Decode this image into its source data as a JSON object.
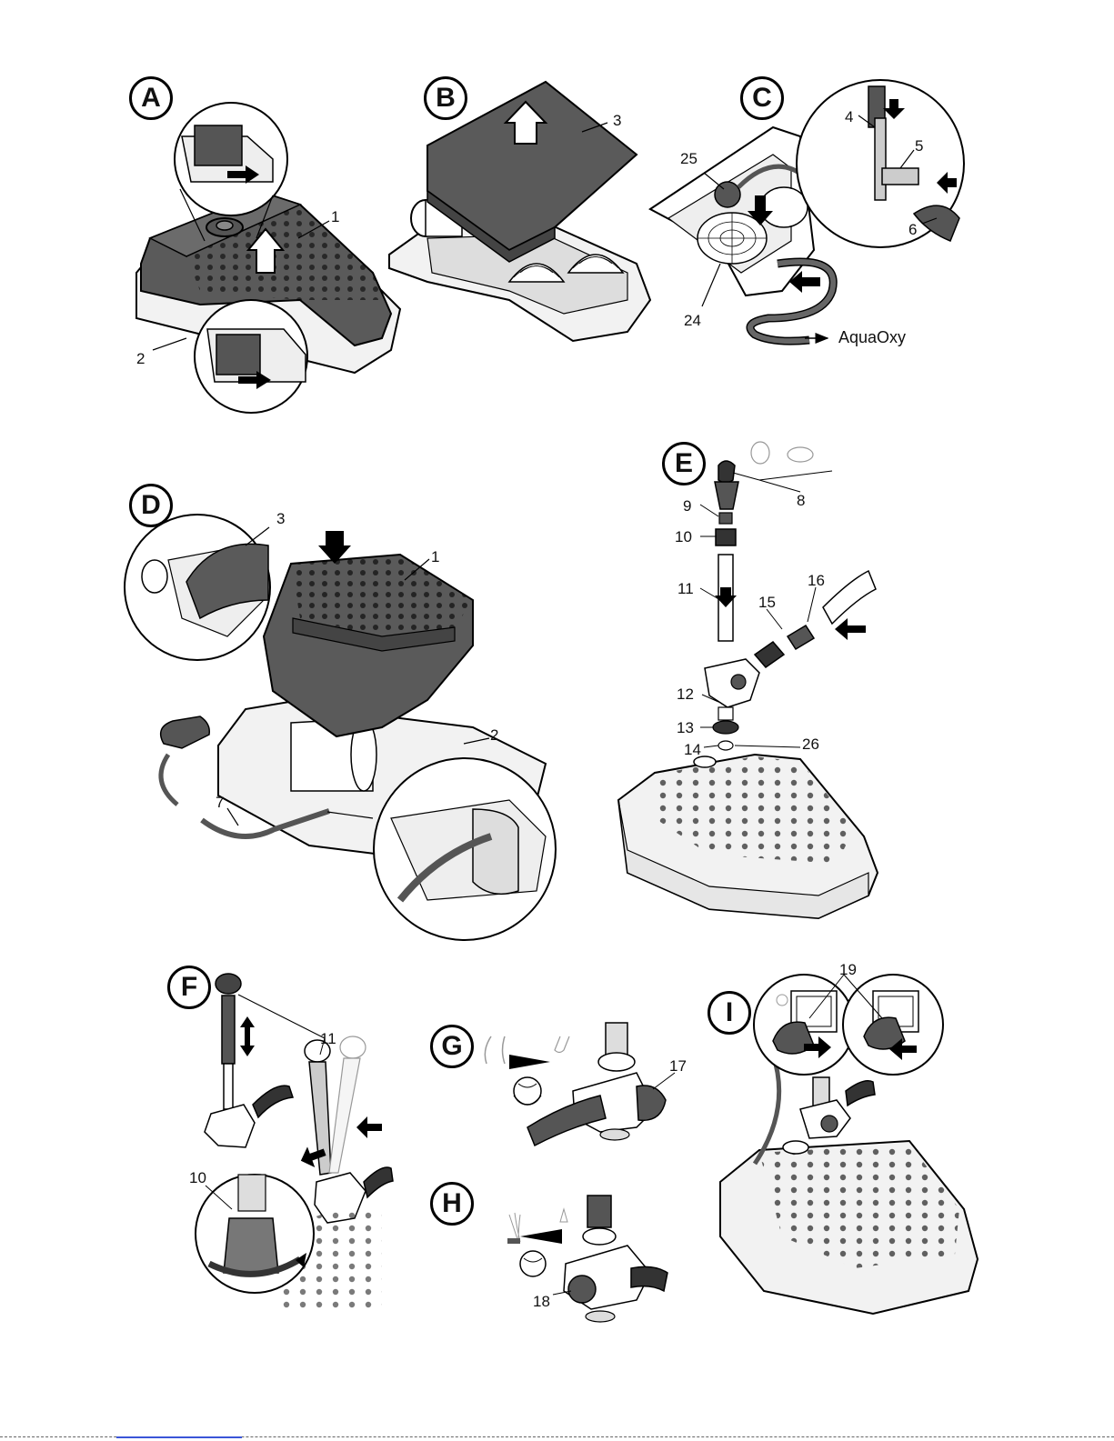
{
  "panels": [
    {
      "letter": "A",
      "callouts": [
        "1",
        "2"
      ]
    },
    {
      "letter": "B",
      "callouts": [
        "3"
      ]
    },
    {
      "letter": "C",
      "callouts": [
        "4",
        "5",
        "6",
        "25",
        "24",
        "AquaOxy"
      ]
    },
    {
      "letter": "D",
      "callouts": [
        "3",
        "1",
        "2",
        "7"
      ]
    },
    {
      "letter": "E",
      "callouts": [
        "8",
        "9",
        "10",
        "11",
        "15",
        "16",
        "12",
        "13",
        "14",
        "26"
      ]
    },
    {
      "letter": "F",
      "callouts": [
        "11",
        "10"
      ]
    },
    {
      "letter": "G",
      "callouts": [
        "17"
      ]
    },
    {
      "letter": "H",
      "callouts": [
        "18"
      ]
    },
    {
      "letter": "I",
      "callouts": [
        "19"
      ]
    }
  ],
  "colors": {
    "ink": "#000000",
    "dark_part": "#555555",
    "light_part": "#f2f2f2",
    "mid_part": "#9a9a9a"
  }
}
